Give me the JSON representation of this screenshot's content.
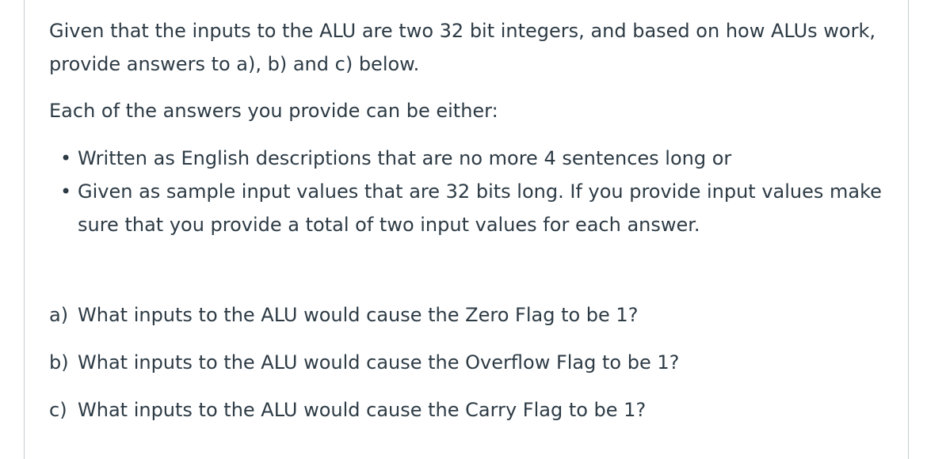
{
  "intro": "Given that the inputs to the ALU are two 32 bit integers, and based on how ALUs work, provide answers to a), b) and c) below.",
  "either": "Each of the answers you provide can be either:",
  "options": [
    "Written as English descriptions that are no more 4 sentences long or",
    "Given as sample input values that are 32 bits long.  If you provide input values make sure that you provide a total of two input values for each answer."
  ],
  "questions": [
    {
      "letter": "a)",
      "text": "What inputs to the ALU would cause the Zero Flag to be 1?"
    },
    {
      "letter": "b)",
      "text": "What inputs to the ALU would cause the Overflow Flag to be 1?"
    },
    {
      "letter": "c)",
      "text": "What inputs to the ALU would cause the Carry Flag to be 1?"
    }
  ]
}
